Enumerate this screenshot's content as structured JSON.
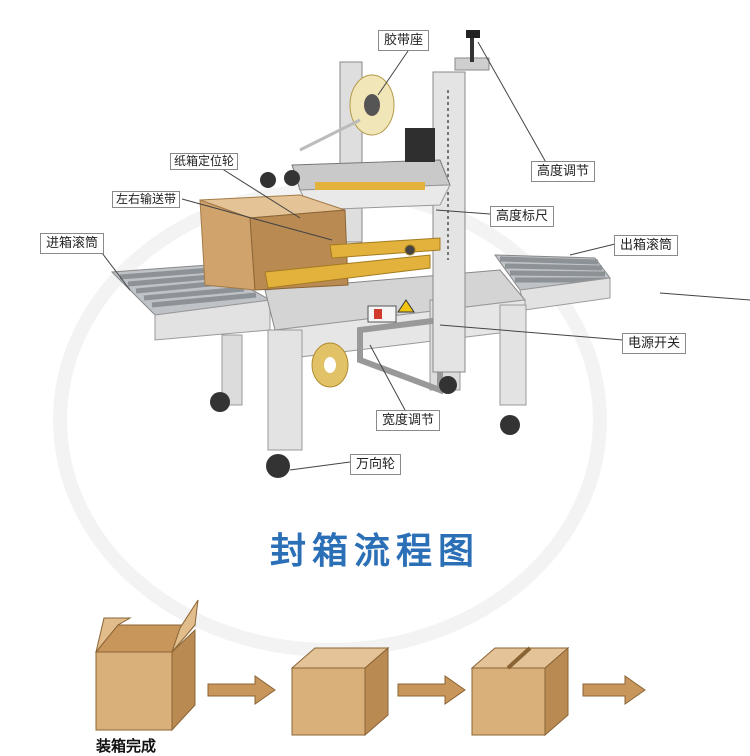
{
  "labels": {
    "tape_holder": "胶带座",
    "height_adjust": "高度调节",
    "carton_guide_wheel": "纸箱定位轮",
    "side_belts": "左右输送带",
    "height_scale": "高度标尺",
    "infeed_rollers": "进箱滚筒",
    "outfeed_rollers": "出箱滚筒",
    "power_switch": "电源开关",
    "width_adjust": "宽度调节",
    "caster": "万向轮"
  },
  "flow": {
    "title": "封箱流程图",
    "step1_caption": "装箱完成"
  },
  "colors": {
    "title": "#2b6fb6",
    "carton": "#d9b07a",
    "carton_dark": "#b98a52",
    "arrow": "#c8965a",
    "machine": "#d8d8d8",
    "belt_yellow": "#e3b23c"
  }
}
